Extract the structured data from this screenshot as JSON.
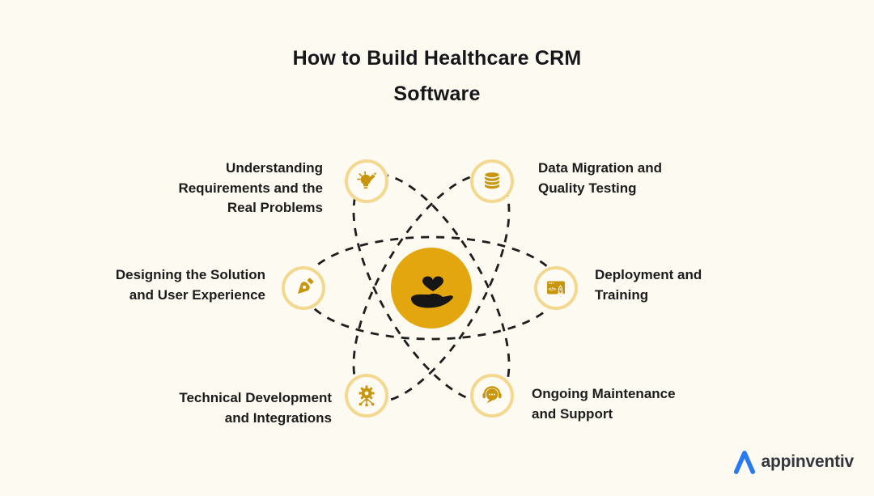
{
  "title": {
    "text": "How to Build Healthcare CRM Software",
    "lines": [
      "How to Build Healthcare CRM",
      "Software"
    ]
  },
  "center": {
    "icon": "hand-holding-heart-icon"
  },
  "steps": [
    {
      "position": "top-left",
      "icon": "idea-lightbulb-icon",
      "label": "Understanding Requirements and the Real Problems",
      "lines": [
        "Understanding",
        "Requirements and the",
        "Real Problems"
      ]
    },
    {
      "position": "top-right",
      "icon": "database-icon",
      "label": "Data Migration and Quality Testing",
      "lines": [
        "Data Migration and",
        "Quality Testing"
      ]
    },
    {
      "position": "middle-left",
      "icon": "pen-nib-icon",
      "label": "Designing the Solution and User Experience",
      "lines": [
        "Designing the Solution",
        "and User Experience"
      ]
    },
    {
      "position": "middle-right",
      "icon": "rocket-launch-window-icon",
      "label": "Deployment and Training",
      "lines": [
        "Deployment and",
        "Training"
      ]
    },
    {
      "position": "bottom-left",
      "icon": "gear-integration-icon",
      "label": "Technical Development and Integrations",
      "lines": [
        "Technical Development",
        "and Integrations"
      ]
    },
    {
      "position": "bottom-right",
      "icon": "support-chat-headset-icon",
      "label": "Ongoing Maintenance and Support",
      "lines": [
        "Ongoing Maintenance",
        "and Support"
      ]
    }
  ],
  "branding": {
    "logo_text": "appinventiv",
    "logo_icon": "appinventiv-triangle-icon"
  },
  "colors": {
    "background": "#FDFAF2",
    "center_gold": "#E3A60E",
    "icon_gold": "#C8960D",
    "node_ring_gold": "#F5D88F",
    "node_fill": "#FEFBF4",
    "dash_line": "#1E1E1E",
    "text_dark": "#1C1C1C",
    "logo_blue": "#2979F2"
  }
}
